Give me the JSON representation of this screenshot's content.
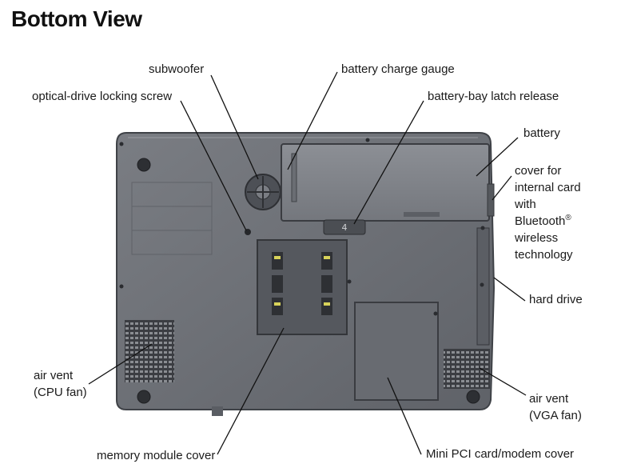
{
  "title": "Bottom View",
  "labels": {
    "subwoofer": "subwoofer",
    "battery_charge_gauge": "battery charge gauge",
    "optical_drive_locking_screw": "optical-drive locking screw",
    "battery_bay_latch_release": "battery-bay latch release",
    "battery": "battery",
    "cover_internal_card": {
      "line1": "cover for",
      "line2": "internal card",
      "line3": "with",
      "line4_text": "Bluetooth",
      "line4_sup": "®",
      "line5": "wireless",
      "line6": "technology"
    },
    "hard_drive": "hard drive",
    "air_vent_cpu": {
      "line1": "air vent",
      "line2": "(CPU fan)"
    },
    "air_vent_vga": {
      "line1": "air vent",
      "line2": "(VGA fan)"
    },
    "memory_module_cover": "memory module cover",
    "mini_pci_cover": "Mini PCI card/modem cover"
  },
  "colors": {
    "case": "#6d7076",
    "case_edge": "#3f4247",
    "panel": "#5e6167",
    "leader": "#111111"
  }
}
